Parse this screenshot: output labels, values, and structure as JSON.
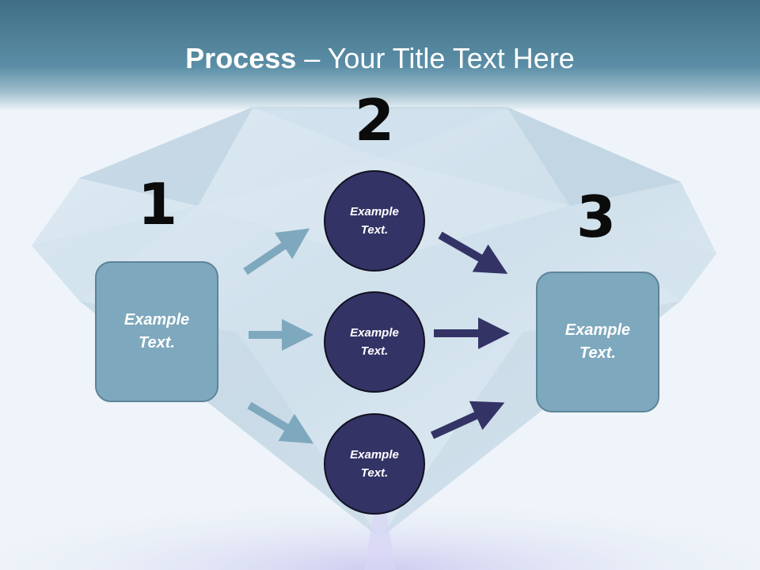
{
  "slide": {
    "title_bold": "Process",
    "title_rest": " – Your Title Text Here"
  },
  "steps": {
    "step1_number": "1",
    "step2_number": "2",
    "step3_number": "3"
  },
  "nodes": {
    "left_box": "Example Text.",
    "right_box": "Example Text.",
    "circle_top": "Example Text.",
    "circle_middle": "Example Text.",
    "circle_bottom": "Example Text."
  },
  "colors": {
    "header": "#4f8199",
    "box_fill": "#7ea8bd",
    "circle_fill": "#343366",
    "arrow_light": "#7ea8bd",
    "arrow_dark": "#343366"
  }
}
